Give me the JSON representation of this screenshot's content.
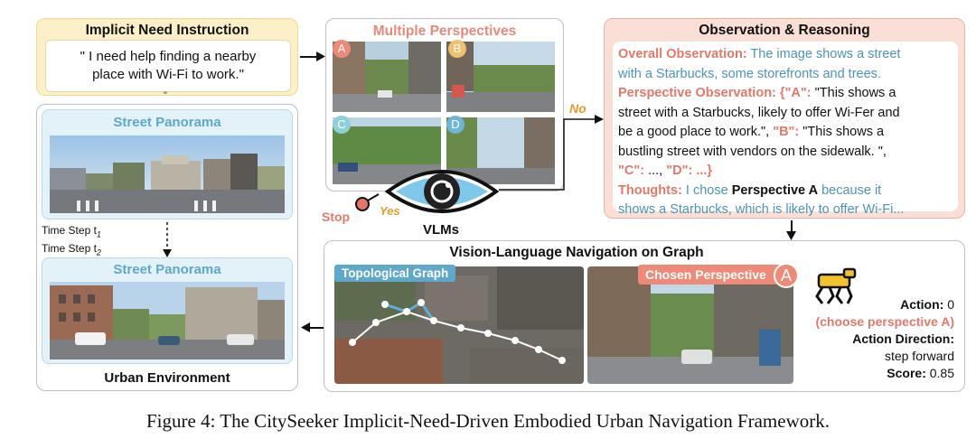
{
  "implicit_need": {
    "title": "Implicit Need Instruction",
    "quote_line1": "\" I need help finding a nearby",
    "quote_line2": "place with Wi-Fi to work.\""
  },
  "urban_environment": {
    "label": "Urban Environment",
    "panorama_1_title": "Street Panorama",
    "panorama_2_title": "Street Panorama",
    "time_step_1": "Time Step t",
    "time_step_1_sub": "1",
    "time_step_2": "Time Step t",
    "time_step_2_sub": "2"
  },
  "perspectives": {
    "title": "Multiple Perspectives",
    "badges": [
      "A",
      "B",
      "C",
      "D"
    ]
  },
  "vlm": {
    "label": "VLMs",
    "stop": "Stop",
    "yes": "Yes",
    "no": "No"
  },
  "observation": {
    "title": "Observation & Reasoning",
    "overall_label": "Overall Observation:",
    "overall_text_1": " The image shows a street",
    "overall_text_2": "with a Starbucks, some storefronts and trees.",
    "perspective_label": "Perspective Observation: {\"A\":",
    "persp_a_1": " \"This shows a",
    "persp_a_2": "street with a Starbucks, likely to offer Wi-Fer and",
    "persp_a_3": "be a good place to work.\",",
    "persp_b_label": " \"B\":",
    "persp_b_1": " \"This shows a",
    "persp_b_2": "bustling street with vendors on the sidewalk. \",",
    "persp_c_label": "\"C\":",
    "persp_c_text": " ..., ",
    "persp_d_label": "\"D\":",
    "persp_d_text": " ...}",
    "thoughts_label": "Thoughts:",
    "thoughts_1": " I chose ",
    "thoughts_bold": "Perspective A",
    "thoughts_2": " because it",
    "thoughts_3": "shows a Starbucks, which is likely to offer Wi-Fi..."
  },
  "vln": {
    "title": "Vision-Language Navigation on Graph",
    "graph_label": "Topological Graph",
    "chosen_label": "Chosen Perspective",
    "chosen_badge": "A",
    "action_label": "Action:",
    "action_value": " 0",
    "action_note": "(choose perspective A)",
    "direction_label": "Action Direction:",
    "direction_value": "step forward",
    "score_label": "Score:",
    "score_value": " 0.85"
  },
  "caption": "Figure 4: The CitySeeker Implicit-Need-Driven Embodied Urban Navigation Framework.",
  "colors": {
    "badge_a": "#ee8a78",
    "badge_b": "#f0c070",
    "badge_c": "#8fd0d8",
    "badge_d": "#6fb6d6",
    "accent_blue": "#4d93b8",
    "accent_red": "#e2786a",
    "orange_yes": "#e59a2a"
  }
}
